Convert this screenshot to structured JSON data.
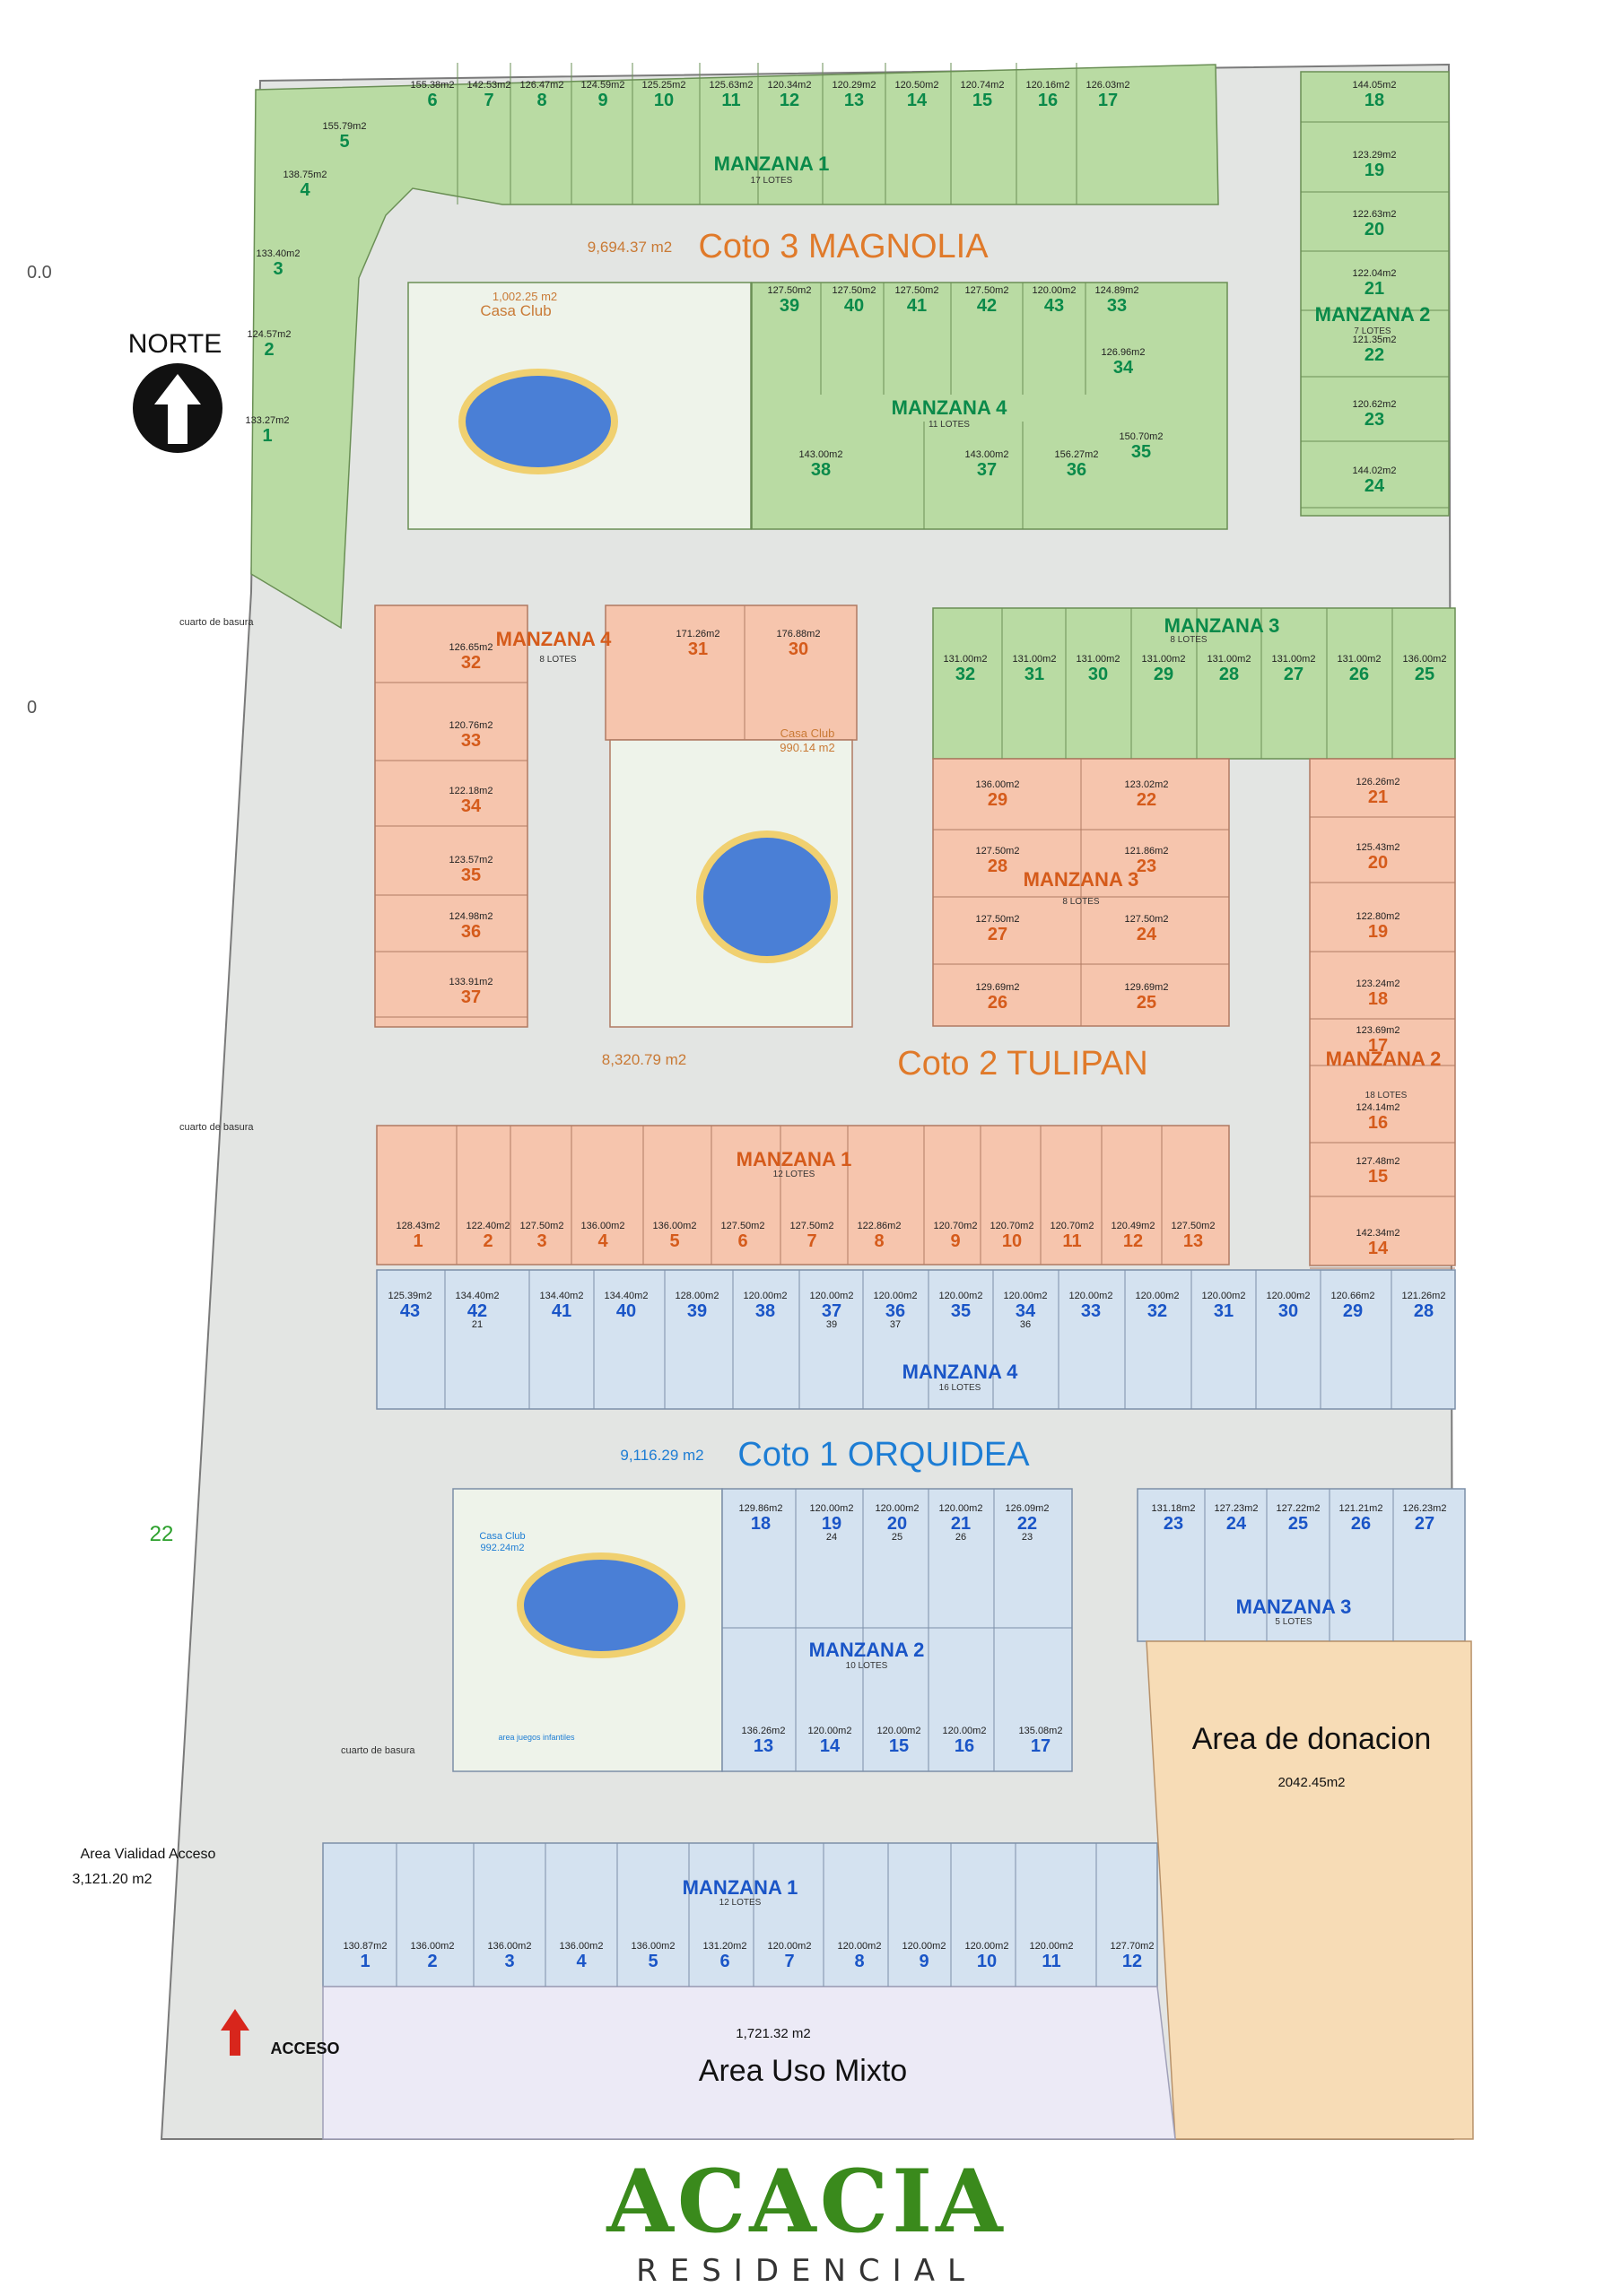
{
  "colors": {
    "coto3_lot": "#b9dba3",
    "coto2_lot": "#f6c5ad",
    "coto1_lot": "#d4e2f0",
    "road": "#e3e5e3",
    "donacion": "#f7dcb6",
    "mixto": "#eceaf6",
    "coto3_text": "#0a8a4a",
    "coto2_text": "#d55b1b",
    "coto1_text": "#1a55c7",
    "coto_title_orange": "#e07a2a",
    "coto_title_blue": "#1d7dd4",
    "logo_green": "#3a8a1c"
  },
  "compass": {
    "label": "NORTE",
    "icon": "north-arrow-icon"
  },
  "margin_marks": [
    "0.0",
    "0"
  ],
  "coto3": {
    "title": "Coto 3 MAGNOLIA",
    "area": "9,694.37 m2",
    "club": {
      "label": "Casa Club",
      "area": "1,002.25 m2"
    },
    "manzana1": {
      "title": "MANZANA 1",
      "sub": "17 LOTES",
      "lots": [
        {
          "n": "1",
          "a": "133.27m2"
        },
        {
          "n": "2",
          "a": "124.57m2"
        },
        {
          "n": "3",
          "a": "133.40m2"
        },
        {
          "n": "4",
          "a": "138.75m2"
        },
        {
          "n": "5",
          "a": "155.79m2"
        },
        {
          "n": "6",
          "a": "155.38m2"
        },
        {
          "n": "7",
          "a": "142.53m2"
        },
        {
          "n": "8",
          "a": "126.47m2"
        },
        {
          "n": "9",
          "a": "124.59m2"
        },
        {
          "n": "10",
          "a": "125.25m2"
        },
        {
          "n": "11",
          "a": "125.63m2"
        },
        {
          "n": "12",
          "a": "120.34m2"
        },
        {
          "n": "13",
          "a": "120.29m2"
        },
        {
          "n": "14",
          "a": "120.50m2"
        },
        {
          "n": "15",
          "a": "120.74m2"
        },
        {
          "n": "16",
          "a": "120.16m2"
        },
        {
          "n": "17",
          "a": "126.03m2"
        }
      ]
    },
    "manzana2": {
      "title": "MANZANA 2",
      "sub": "7 LOTES",
      "lots": [
        {
          "n": "18",
          "a": "144.05m2"
        },
        {
          "n": "19",
          "a": "123.29m2"
        },
        {
          "n": "20",
          "a": "122.63m2"
        },
        {
          "n": "21",
          "a": "122.04m2"
        },
        {
          "n": "22",
          "a": "121.35m2"
        },
        {
          "n": "23",
          "a": "120.62m2"
        },
        {
          "n": "24",
          "a": "144.02m2"
        }
      ]
    },
    "manzana4": {
      "title": "MANZANA 4",
      "sub": "11 LOTES",
      "lots": [
        {
          "n": "39",
          "a": "127.50m2"
        },
        {
          "n": "40",
          "a": "127.50m2"
        },
        {
          "n": "41",
          "a": "127.50m2"
        },
        {
          "n": "42",
          "a": "127.50m2"
        },
        {
          "n": "43",
          "a": "120.00m2"
        },
        {
          "n": "33",
          "a": "124.89m2"
        },
        {
          "n": "34",
          "a": "126.96m2"
        },
        {
          "n": "35",
          "a": "150.70m2"
        },
        {
          "n": "36",
          "a": "156.27m2"
        },
        {
          "n": "37",
          "a": "143.00m2"
        },
        {
          "n": "38",
          "a": "143.00m2"
        }
      ]
    }
  },
  "coto2": {
    "title": "Coto 2  TULIPAN",
    "area": "8,320.79 m2",
    "club": {
      "label": "Casa Club",
      "area": "990.14 m2"
    },
    "manzana4": {
      "title": "MANZANA 4",
      "sub": "8 LOTES",
      "lots": [
        {
          "n": "32",
          "a": "126.65m2"
        },
        {
          "n": "33",
          "a": "120.76m2"
        },
        {
          "n": "34",
          "a": "122.18m2"
        },
        {
          "n": "35",
          "a": "123.57m2"
        },
        {
          "n": "36",
          "a": "124.98m2"
        },
        {
          "n": "37",
          "a": "133.91m2"
        },
        {
          "n": "31",
          "a": "171.26m2"
        },
        {
          "n": "30",
          "a": "176.88m2"
        }
      ]
    },
    "manzana3": {
      "title": "MANZANA 3",
      "sub": "8 LOTES",
      "lots_green": [
        {
          "n": "32",
          "a": "131.00m2"
        },
        {
          "n": "31",
          "a": "131.00m2"
        },
        {
          "n": "30",
          "a": "131.00m2"
        },
        {
          "n": "29",
          "a": "131.00m2"
        },
        {
          "n": "28",
          "a": "131.00m2"
        },
        {
          "n": "27",
          "a": "131.00m2"
        },
        {
          "n": "26",
          "a": "131.00m2"
        },
        {
          "n": "25",
          "a": "136.00m2"
        }
      ],
      "lots": [
        {
          "n": "29",
          "a": "136.00m2"
        },
        {
          "n": "22",
          "a": "123.02m2"
        },
        {
          "n": "28",
          "a": "127.50m2"
        },
        {
          "n": "23",
          "a": "121.86m2"
        },
        {
          "n": "27",
          "a": "127.50m2"
        },
        {
          "n": "24",
          "a": "127.50m2"
        },
        {
          "n": "26",
          "a": "129.69m2"
        },
        {
          "n": "25",
          "a": "129.69m2"
        }
      ]
    },
    "manzana2": {
      "title": "MANZANA 2",
      "sub": "18 LOTES",
      "lots": [
        {
          "n": "21",
          "a": "126.26m2"
        },
        {
          "n": "20",
          "a": "125.43m2"
        },
        {
          "n": "19",
          "a": "122.80m2"
        },
        {
          "n": "18",
          "a": "123.24m2"
        },
        {
          "n": "17",
          "a": "123.69m2"
        },
        {
          "n": "16",
          "a": "124.14m2"
        },
        {
          "n": "15",
          "a": "127.48m2"
        },
        {
          "n": "14",
          "a": "142.34m2"
        }
      ]
    },
    "manzana1": {
      "title": "MANZANA 1",
      "sub": "12 LOTES",
      "lots": [
        {
          "n": "1",
          "a": "128.43m2"
        },
        {
          "n": "2",
          "a": "122.40m2"
        },
        {
          "n": "3",
          "a": "127.50m2"
        },
        {
          "n": "4",
          "a": "136.00m2"
        },
        {
          "n": "5",
          "a": "136.00m2"
        },
        {
          "n": "6",
          "a": "127.50m2"
        },
        {
          "n": "7",
          "a": "127.50m2"
        },
        {
          "n": "8",
          "a": "122.86m2"
        },
        {
          "n": "9",
          "a": "120.70m2"
        },
        {
          "n": "10",
          "a": "120.70m2"
        },
        {
          "n": "11",
          "a": "120.70m2"
        },
        {
          "n": "12",
          "a": "120.49m2"
        },
        {
          "n": "13",
          "a": "127.50m2"
        }
      ]
    }
  },
  "coto1": {
    "title": "Coto 1 ORQUIDEA",
    "area": "9,116.29 m2",
    "club": {
      "label": "Casa Club",
      "area": "992.24m2",
      "games": "area juegos infantiles"
    },
    "manzana4": {
      "title": "MANZANA 4",
      "sub": "16 LOTES",
      "lots": [
        {
          "n": "43",
          "a": "125.39m2"
        },
        {
          "n": "42",
          "a": "134.40m2",
          "s": "21"
        },
        {
          "n": "41",
          "a": "134.40m2"
        },
        {
          "n": "40",
          "a": "134.40m2"
        },
        {
          "n": "39",
          "a": "128.00m2"
        },
        {
          "n": "38",
          "a": "120.00m2"
        },
        {
          "n": "37",
          "a": "120.00m2",
          "s": "39"
        },
        {
          "n": "36",
          "a": "120.00m2",
          "s": "37"
        },
        {
          "n": "35",
          "a": "120.00m2"
        },
        {
          "n": "34",
          "a": "120.00m2",
          "s": "36"
        },
        {
          "n": "33",
          "a": "120.00m2"
        },
        {
          "n": "32",
          "a": "120.00m2"
        },
        {
          "n": "31",
          "a": "120.00m2"
        },
        {
          "n": "30",
          "a": "120.00m2"
        },
        {
          "n": "29",
          "a": "120.66m2"
        },
        {
          "n": "28",
          "a": "121.26m2"
        }
      ]
    },
    "manzana2": {
      "title": "MANZANA 2",
      "sub": "10 LOTES",
      "lots": [
        {
          "n": "18",
          "a": "129.86m2"
        },
        {
          "n": "19",
          "a": "120.00m2",
          "s": "24"
        },
        {
          "n": "20",
          "a": "120.00m2",
          "s": "25"
        },
        {
          "n": "21",
          "a": "120.00m2",
          "s": "26"
        },
        {
          "n": "22",
          "a": "126.09m2",
          "s": "23"
        },
        {
          "n": "13",
          "a": "136.26m2"
        },
        {
          "n": "14",
          "a": "120.00m2"
        },
        {
          "n": "15",
          "a": "120.00m2"
        },
        {
          "n": "16",
          "a": "120.00m2"
        },
        {
          "n": "17",
          "a": "135.08m2"
        }
      ]
    },
    "manzana3": {
      "title": "MANZANA 3",
      "sub": "5 LOTES",
      "lots": [
        {
          "n": "23",
          "a": "131.18m2"
        },
        {
          "n": "24",
          "a": "127.23m2"
        },
        {
          "n": "25",
          "a": "127.22m2"
        },
        {
          "n": "26",
          "a": "121.21m2"
        },
        {
          "n": "27",
          "a": "126.23m2"
        }
      ]
    },
    "manzana1": {
      "title": "MANZANA 1",
      "sub": "12 LOTES",
      "lots": [
        {
          "n": "1",
          "a": "130.87m2"
        },
        {
          "n": "2",
          "a": "136.00m2"
        },
        {
          "n": "3",
          "a": "136.00m2"
        },
        {
          "n": "4",
          "a": "136.00m2"
        },
        {
          "n": "5",
          "a": "136.00m2"
        },
        {
          "n": "6",
          "a": "131.20m2"
        },
        {
          "n": "7",
          "a": "120.00m2"
        },
        {
          "n": "8",
          "a": "120.00m2"
        },
        {
          "n": "9",
          "a": "120.00m2"
        },
        {
          "n": "10",
          "a": "120.00m2"
        },
        {
          "n": "11",
          "a": "120.00m2"
        },
        {
          "n": "12",
          "a": "127.70m2"
        }
      ]
    }
  },
  "donacion": {
    "title": "Area de donacion",
    "area": "2042.45m2"
  },
  "mixto": {
    "title": "Area Uso Mixto",
    "area": "1,721.32 m2"
  },
  "vialidad": {
    "title": "Area Vialidad Acceso",
    "area": "3,121.20 m2"
  },
  "acceso": {
    "label": "ACCESO",
    "icon": "entry-arrow-icon"
  },
  "misc": {
    "basura": "cuarto de basura",
    "lot22": "22"
  },
  "logo": {
    "word": "ACACIA",
    "sub": "RESIDENCIAL"
  }
}
